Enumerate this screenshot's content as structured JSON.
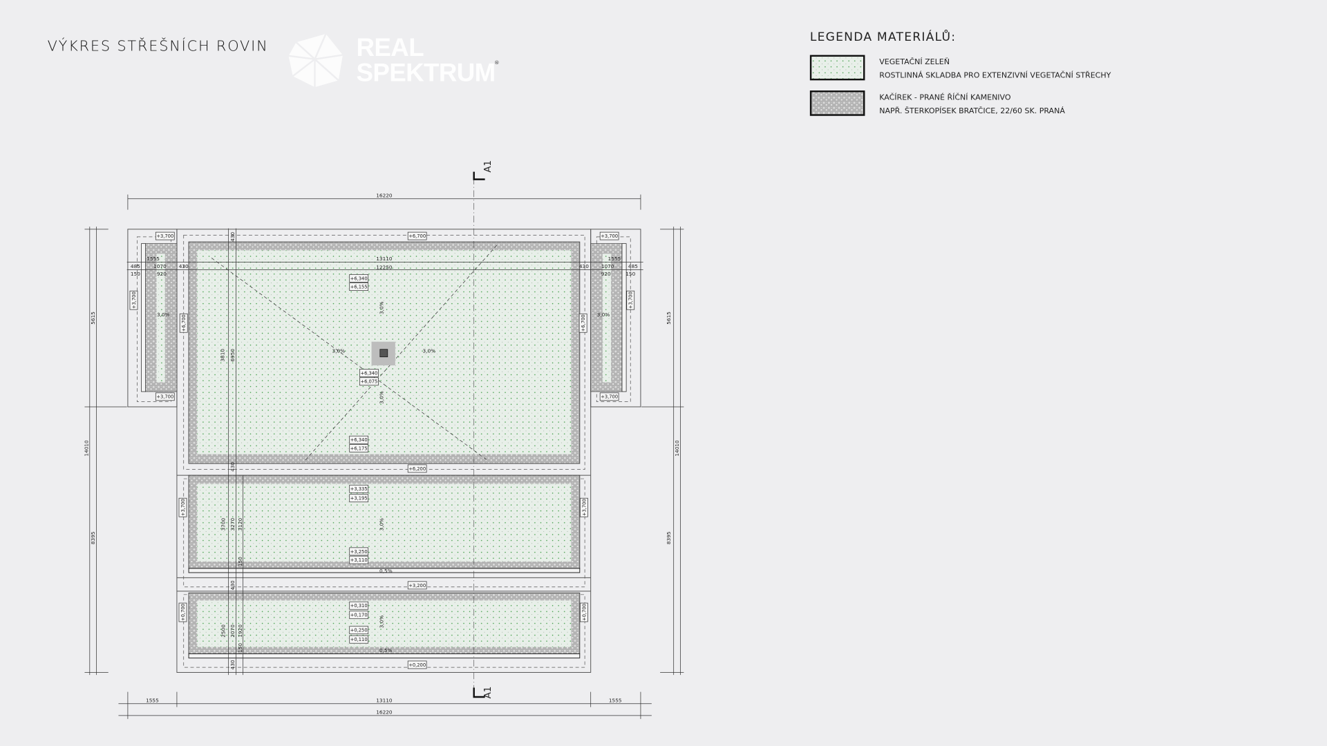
{
  "drawing": {
    "title": "VÝKRES STŘEŠNÍCH ROVIN",
    "watermark": {
      "line1": "REAL",
      "line2": "SPEKTRUM",
      "registered": "®"
    }
  },
  "legend": {
    "title": "LEGENDA MATERIÁLŮ:",
    "items": [
      {
        "name": "VEGETAČNÍ ZELEŇ",
        "description": "ROSTLINNÁ SKLADBA PRO EXTENZIVNÍ VEGETAČNÍ STŘECHY",
        "color": "#3a9a40"
      },
      {
        "name": "KAČÍREK - PRANÉ ŘÍČNÍ KAMENIVO",
        "description": "NAPŘ. ŠTERKOPÍSEK BRATČICE, 22/60 SK. PRANÁ",
        "color": "#b8b8b8"
      }
    ]
  },
  "section_marks": [
    "A1",
    "A1"
  ],
  "dimensions": {
    "overall_top": "16220",
    "bottom": [
      "1555",
      "13110",
      "1555",
      "16220"
    ],
    "left": [
      "5615",
      "8395",
      "14010"
    ],
    "right": [
      "5615",
      "8395",
      "14010"
    ],
    "inner": [
      "13110",
      "12250",
      "1555",
      "485",
      "1070",
      "430",
      "150",
      "920",
      "430",
      "1555",
      "1070",
      "485",
      "920",
      "150"
    ],
    "vertical": [
      "430",
      "3810",
      "6950",
      "430",
      "3700",
      "3270",
      "3120",
      "150",
      "430",
      "2500",
      "2070",
      "1920",
      "150",
      "430"
    ]
  },
  "elevations": [
    "+3,700",
    "+3,700",
    "+3,700",
    "+3,700",
    "+3,700",
    "+3,700",
    "+6,700",
    "+6,700",
    "+6,700",
    "+6,340",
    "+6,155",
    "+6,340",
    "+6,075",
    "+6,340",
    "+6,175",
    "+6,200",
    "+3,335",
    "+3,195",
    "+3,250",
    "+3,110",
    "+3,200",
    "+3,700",
    "+3,700",
    "+0,310",
    "+0,170",
    "+0,250",
    "+0,110",
    "+0,200",
    "+0,700",
    "+0,700"
  ],
  "slopes": [
    "3,0%",
    "3,0%",
    "3,0%",
    "3,0%",
    "3,0%",
    "3,0%",
    "3,0%",
    "3,0%",
    "0,5%",
    "0,5%"
  ],
  "colors": {
    "background": "#eeeef0",
    "vegetation_fill": "#e8efe9",
    "vegetation_dot": "#3a9a40",
    "gravel": "#b8b8b8",
    "line": "#333333"
  }
}
